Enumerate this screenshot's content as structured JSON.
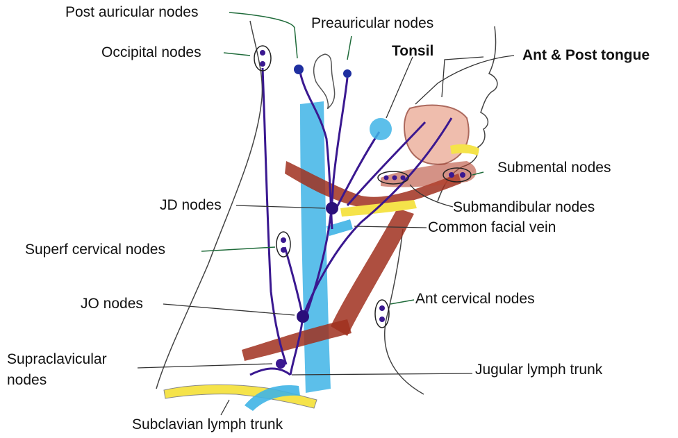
{
  "labels": {
    "post_auricular": "Post auricular nodes",
    "preauricular": "Preauricular nodes",
    "occipital": "Occipital nodes",
    "tonsil": "Tonsil",
    "ant_post_tongue": "Ant & Post tongue",
    "submental": "Submental nodes",
    "jd": "JD nodes",
    "submandibular": "Submandibular nodes",
    "common_facial_vein": "Common facial vein",
    "superf_cervical": "Superf cervical nodes",
    "jo": "JO nodes",
    "ant_cervical": "Ant cervical nodes",
    "supraclavicular_1": "Supraclavicular",
    "supraclavicular_2": "nodes",
    "jugular_trunk": "Jugular lymph trunk",
    "subclavian_trunk": "Subclavian lymph trunk"
  },
  "colors": {
    "vein": "#3fb4e6",
    "muscle": "#a0301e",
    "lymph": "#3a1890",
    "leader_green": "#1f6b3a",
    "bone_yellow": "#f5e34a"
  }
}
